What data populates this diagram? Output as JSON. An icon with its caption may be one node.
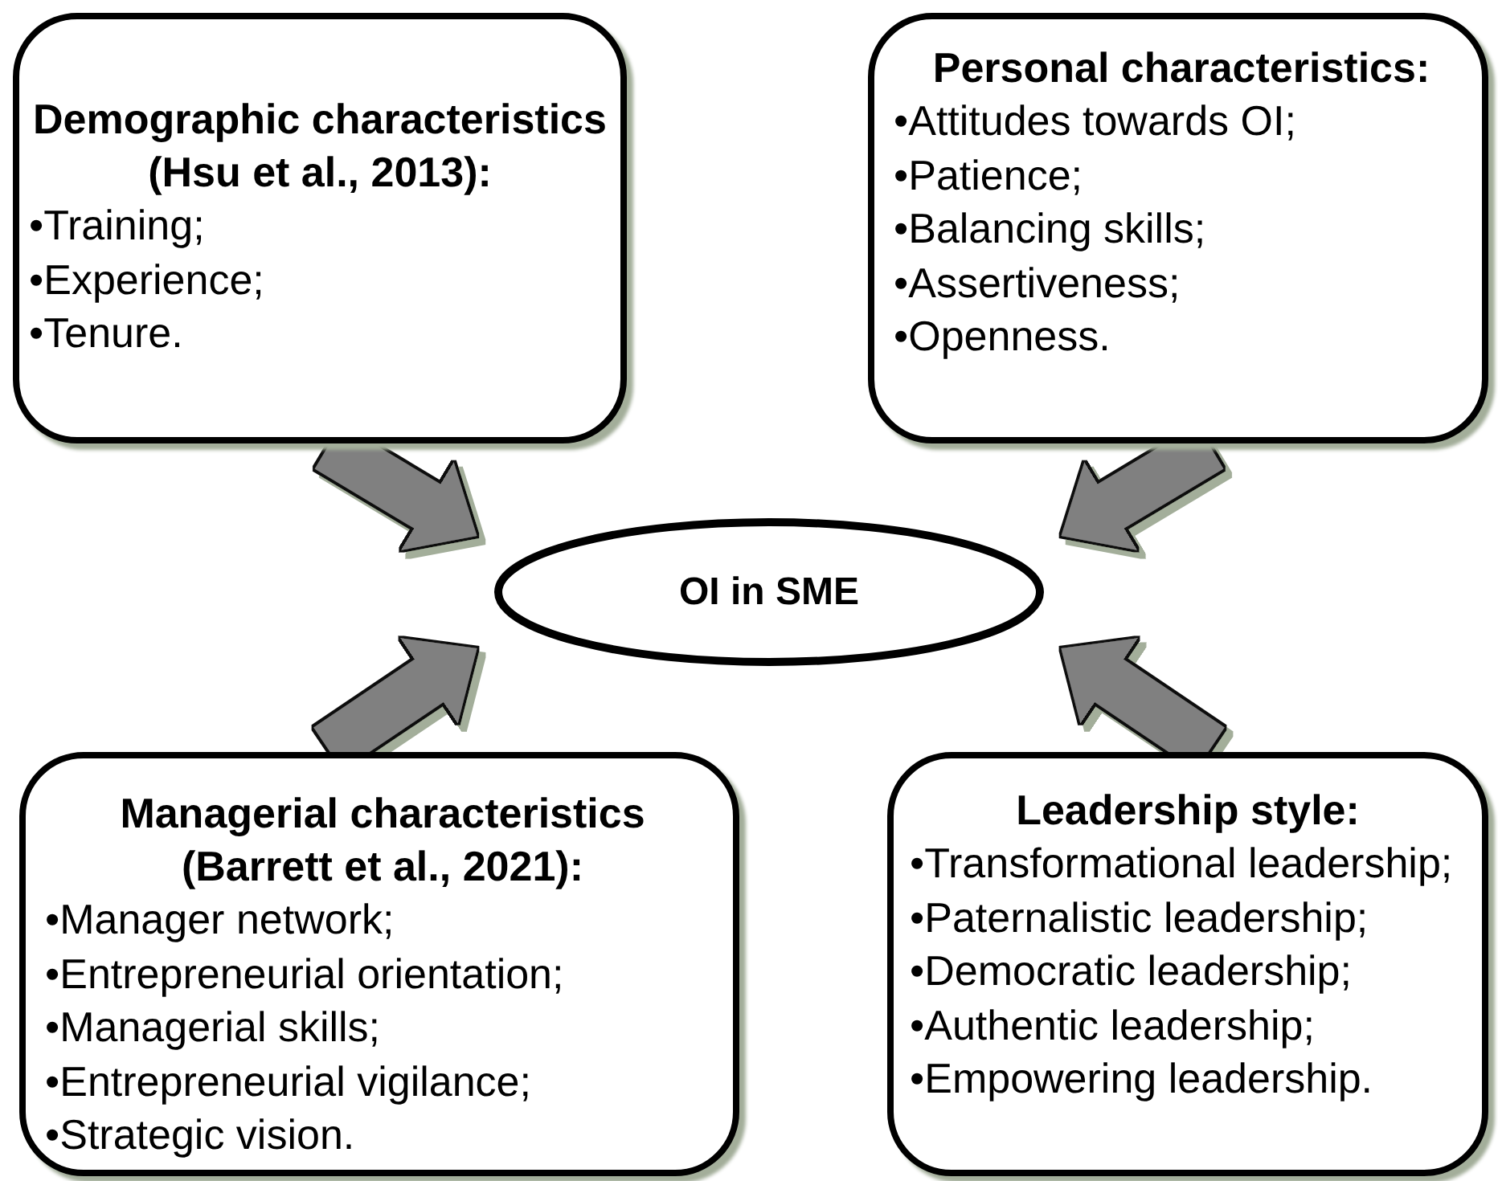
{
  "diagram": {
    "nodes": [
      {
        "text": [
          "Demographic characteristics (Hsu et al., 2013):",
          "•Training;",
          "•Experience;",
          "•Tenure."
        ]
      },
      {
        "text": [
          "Personal characteristics:",
          "•Attitudes towards OI;",
          "•Patience;",
          "•Balancing skills;",
          "•Assertiveness;",
          "•Openness."
        ]
      },
      {
        "text": [
          "OI in SME"
        ]
      },
      {
        "text": [
          "Managerial characteristics (Barrett et al., 2021):",
          "•Manager network;",
          "•Entrepreneurial orientation;",
          "•Managerial skills;",
          "•Entrepreneurial vigilance;",
          "•Strategic vision."
        ]
      },
      {
        "text": [
          "Leadership style:",
          "•Transformational leadership;",
          "•Paternalistic leadership;",
          "•Democratic leadership;",
          "•Authentic leadership;",
          "•Empowering leadership."
        ]
      }
    ],
    "edges": [
      {
        "from": 0,
        "to": 2,
        "arrow": "to"
      },
      {
        "from": 1,
        "to": 2,
        "arrow": "to"
      },
      {
        "from": 3,
        "to": 2,
        "arrow": "to"
      },
      {
        "from": 4,
        "to": 2,
        "arrow": "to"
      }
    ]
  }
}
